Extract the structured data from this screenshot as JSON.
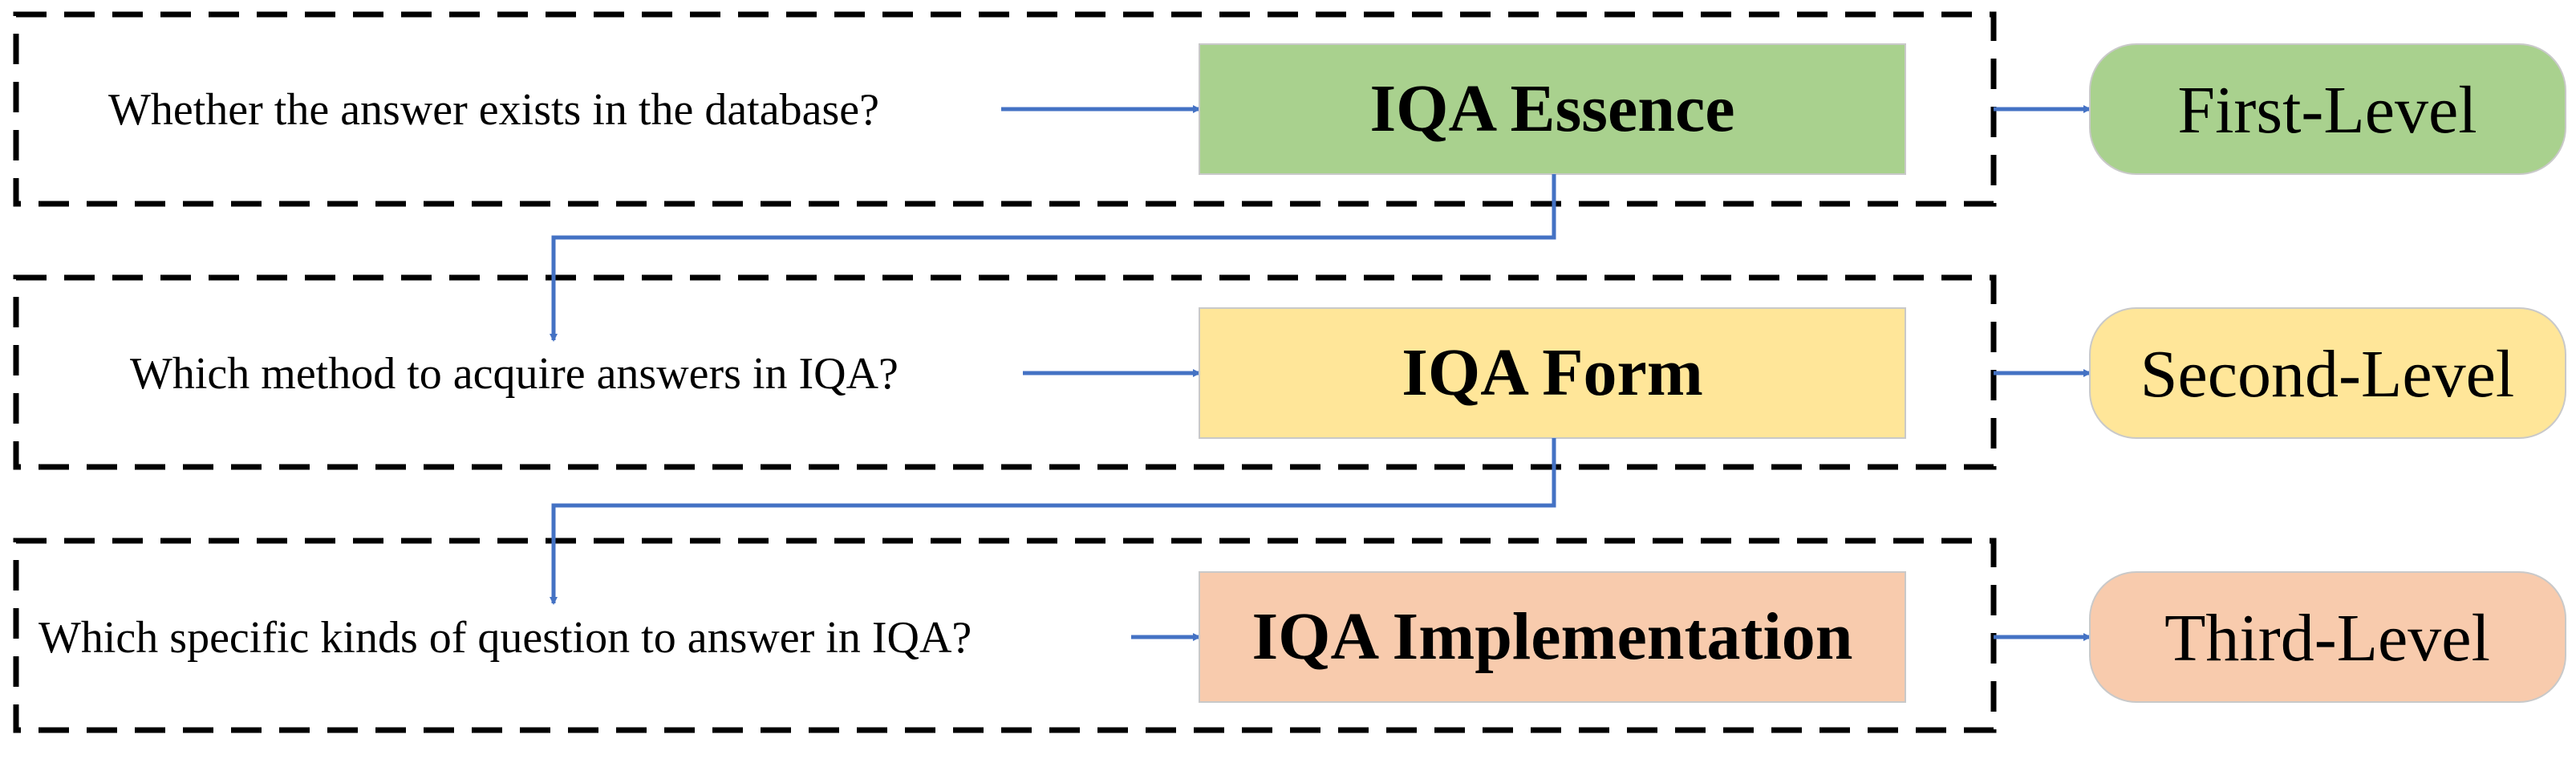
{
  "colors": {
    "first": "#a9d18e",
    "second": "#ffe699",
    "third": "#f8cbad",
    "arrow": "#4472c4",
    "dashed_border": "#000000"
  },
  "rows": [
    {
      "question": "Whether the answer exists in the database?",
      "box": "IQA Essence",
      "level": "First-Level"
    },
    {
      "question": "Which method to acquire answers in IQA?",
      "box": "IQA Form",
      "level": "Second-Level"
    },
    {
      "question": "Which specific kinds of question to answer in IQA?",
      "box": "IQA Implementation",
      "level": "Third-Level"
    }
  ]
}
